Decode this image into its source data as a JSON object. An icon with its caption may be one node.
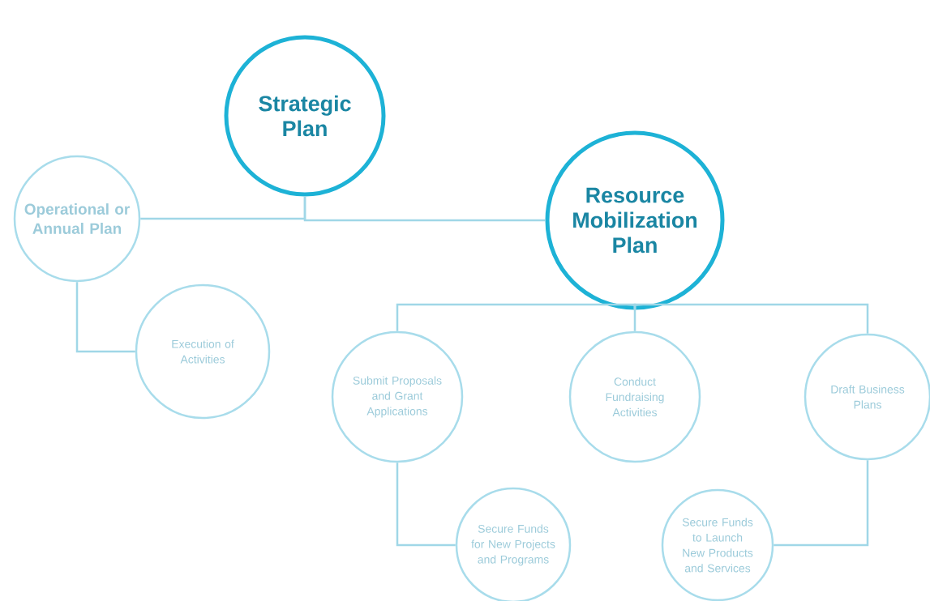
{
  "diagram": {
    "nodes": [
      {
        "text": [
          "Strategic Plan"
        ]
      },
      {
        "text": [
          "Operational or Annual Plan"
        ]
      },
      {
        "text": [
          "Resource Mobilization Plan"
        ]
      },
      {
        "text": [
          "Execution of Activities"
        ]
      },
      {
        "text": [
          "Submit Proposals and Grant Applications"
        ]
      },
      {
        "text": [
          "Conduct Fundraising Activities"
        ]
      },
      {
        "text": [
          "Draft Business Plans"
        ]
      },
      {
        "text": [
          "Secure Funds for New Projects and Programs"
        ]
      },
      {
        "text": [
          "Secure Funds to Launch New Products and Services"
        ]
      }
    ],
    "edges": [
      {
        "from": 0,
        "to": 1,
        "arrow": "none"
      },
      {
        "from": 0,
        "to": 2,
        "arrow": "none"
      },
      {
        "from": 1,
        "to": 3,
        "arrow": "none"
      },
      {
        "from": 2,
        "to": 4,
        "arrow": "none"
      },
      {
        "from": 2,
        "to": 5,
        "arrow": "none"
      },
      {
        "from": 2,
        "to": 6,
        "arrow": "none"
      },
      {
        "from": 4,
        "to": 7,
        "arrow": "none"
      },
      {
        "from": 6,
        "to": 8,
        "arrow": "none"
      }
    ]
  }
}
